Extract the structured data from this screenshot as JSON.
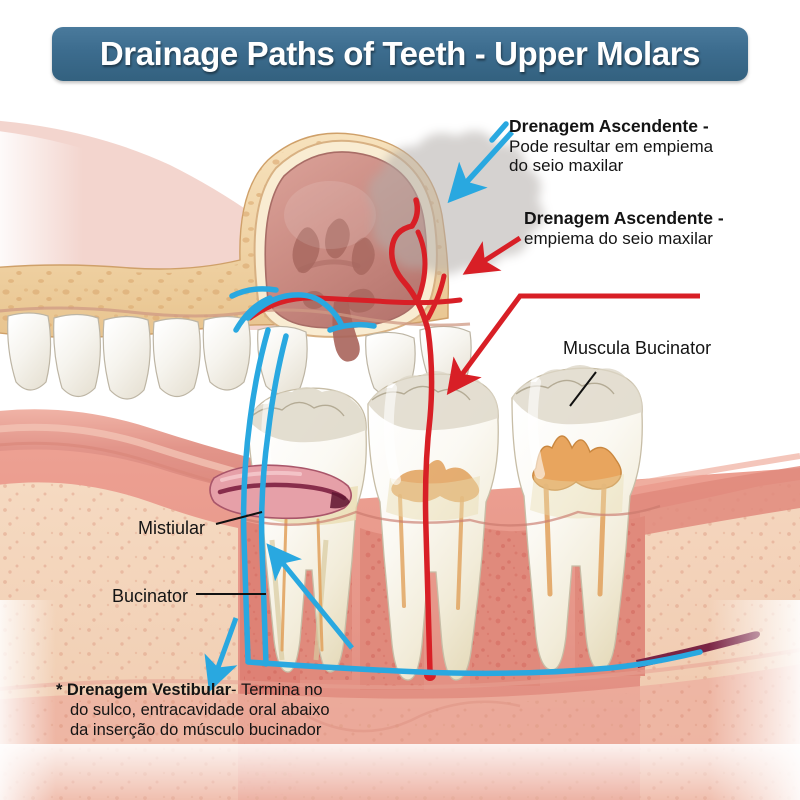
{
  "figure": {
    "title": "Drainage Paths of Teeth - Upper Molars",
    "language": "pt-BR",
    "subject": "Dental drainage pathways of upper molars"
  },
  "annotations": {
    "ascending_1": {
      "heading": "Drenagem Ascendente -",
      "body_line_1": "Pode resultar em empiema",
      "body_line_2": "do seio maxilar"
    },
    "ascending_2": {
      "heading": "Drenagem Ascendente -",
      "body_line_1": "empiema do seio maxilar"
    },
    "muscle_label": "Muscula Bucinator",
    "mistiular_label": "Mistiular",
    "bucinator_label": "Bucinator",
    "footnote": {
      "marker": "*",
      "heading": "Drenagem Vestibular",
      "separator": "-",
      "body_line_1": "Termina no",
      "body_line_2": "do sulco, entracavidade oral abaixo",
      "body_line_3": "da inserção do músculo bucinador"
    }
  },
  "colors": {
    "title_bar": "#3c6c8e",
    "title_text": "#ffffff",
    "ascending_path": "#d81f26",
    "vestibular_path": "#29a8e0",
    "gum_tissue": "#e89a8e",
    "bone": "#f2d9ae",
    "tooth_enamel": "#f7f5ef",
    "pulp": "#e0a05a",
    "sinus_lining": "#c98a84",
    "empyema_cloud": "#e2e2e2",
    "buccinator_muscle": "#7a2444",
    "label_text": "#141414"
  },
  "anatomy": {
    "regions": [
      "maxillary sinus",
      "maxillary bone",
      "upper teeth",
      "lower molars",
      "gingiva",
      "alveolar bone",
      "buccinator muscle"
    ],
    "lower_molar_count": 3,
    "empyema_label": "empyema cloud in maxillary sinus"
  }
}
